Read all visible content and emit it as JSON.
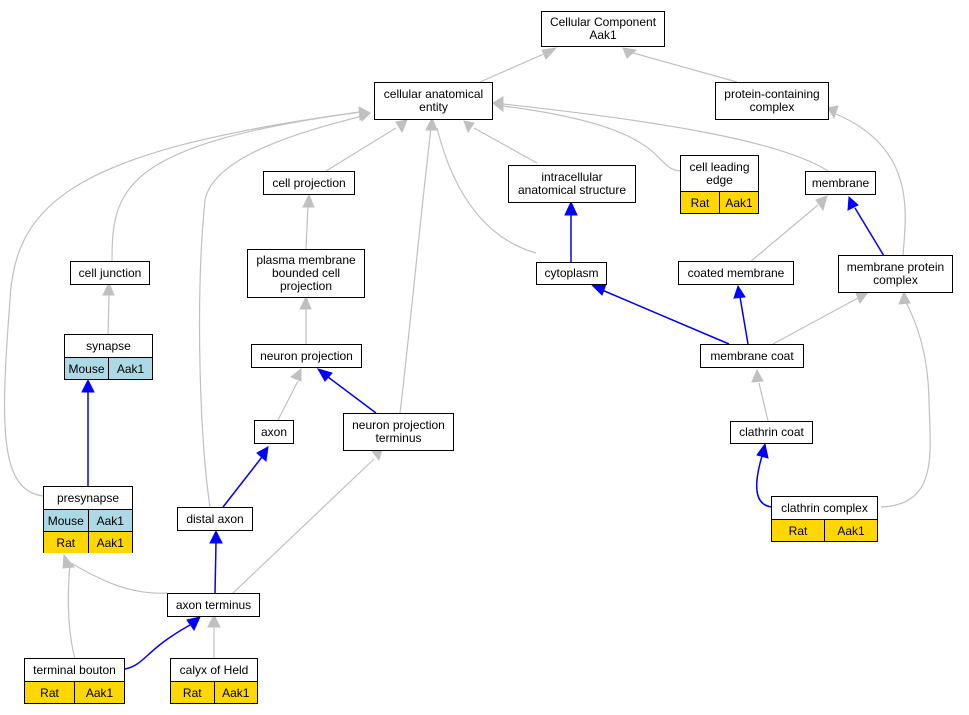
{
  "nodes": {
    "cellular_component": "Cellular Component\nAak1",
    "cellular_anatomical_entity": "cellular anatomical\nentity",
    "protein_containing_complex": "protein-containing\ncomplex",
    "cell_projection": "cell projection",
    "intracellular_anatomical_structure": "intracellular\nanatomical structure",
    "membrane": "membrane",
    "cell_junction": "cell junction",
    "plasma_membrane_bounded": "plasma membrane\nbounded cell\nprojection",
    "cytoplasm": "cytoplasm",
    "coated_membrane": "coated membrane",
    "membrane_protein_complex": "membrane protein\ncomplex",
    "neuron_projection": "neuron projection",
    "membrane_coat": "membrane coat",
    "axon": "axon",
    "neuron_projection_terminus": "neuron projection\nterminus",
    "clathrin_coat": "clathrin coat",
    "distal_axon": "distal axon",
    "axon_terminus": "axon terminus"
  },
  "tables": {
    "cell_leading_edge": {
      "title": "cell leading\nedge",
      "rows": [
        [
          "Rat",
          "Aak1"
        ]
      ]
    },
    "synapse": {
      "title": "synapse",
      "rows": [
        [
          "Mouse",
          "Aak1"
        ]
      ]
    },
    "presynapse": {
      "title": "presynapse",
      "rows": [
        [
          "Mouse",
          "Aak1"
        ],
        [
          "Rat",
          "Aak1"
        ]
      ]
    },
    "clathrin_complex": {
      "title": "clathrin complex",
      "rows": [
        [
          "Rat",
          "Aak1"
        ]
      ]
    },
    "terminal_bouton": {
      "title": "terminal bouton",
      "rows": [
        [
          "Rat",
          "Aak1"
        ]
      ]
    },
    "calyx_of_held": {
      "title": "calyx of Held",
      "rows": [
        [
          "Rat",
          "Aak1"
        ]
      ]
    }
  },
  "colors": {
    "gray_edge": "#c0c0c0",
    "blue_edge": "#0000ff",
    "mouse_fill": "#add8e6",
    "rat_fill": "#ffd700"
  }
}
